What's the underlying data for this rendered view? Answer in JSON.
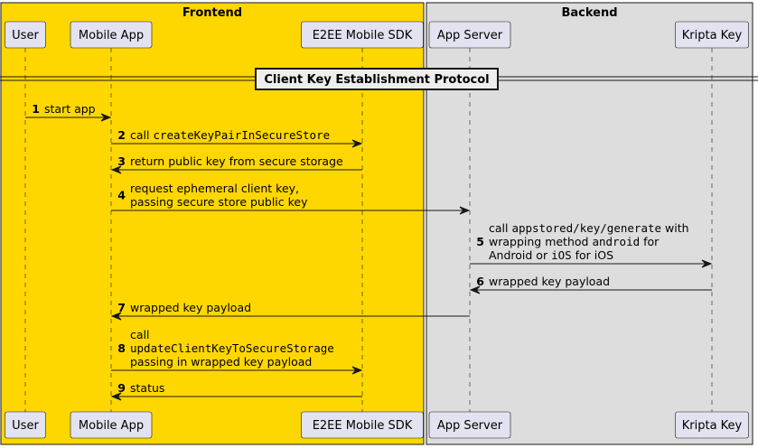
{
  "colors": {
    "frontend_bg": "#FFD700",
    "backend_bg": "#DDDDDD",
    "participant_fill": "#E2E2F0",
    "participant_border": "#181818",
    "lifeline": "#181818",
    "arrow": "#181818"
  },
  "boxes": [
    {
      "title": "Frontend"
    },
    {
      "title": "Backend"
    }
  ],
  "participants": [
    {
      "label": "User"
    },
    {
      "label": "Mobile App"
    },
    {
      "label": "E2EE Mobile SDK"
    },
    {
      "label": "App Server"
    },
    {
      "label": "Kripta Key"
    }
  ],
  "divider": {
    "label": "Client Key Establishment Protocol"
  },
  "messages": [
    {
      "num": "1",
      "from": 0,
      "to": 1,
      "lines": [
        [
          {
            "t": "start app"
          }
        ]
      ]
    },
    {
      "num": "2",
      "from": 1,
      "to": 2,
      "lines": [
        [
          {
            "t": "call "
          },
          {
            "t": "createKeyPairInSecureStore",
            "mono": true
          }
        ]
      ]
    },
    {
      "num": "3",
      "from": 2,
      "to": 1,
      "lines": [
        [
          {
            "t": "return public key from secure storage"
          }
        ]
      ]
    },
    {
      "num": "4",
      "from": 1,
      "to": 3,
      "lines": [
        [
          {
            "t": "request ephemeral client key,"
          }
        ],
        [
          {
            "t": "passing secure store public key"
          }
        ]
      ]
    },
    {
      "num": "5",
      "from": 3,
      "to": 4,
      "lines": [
        [
          {
            "t": "call "
          },
          {
            "t": "appstored/key/generate",
            "mono": true
          },
          {
            "t": " with"
          }
        ],
        [
          {
            "t": "wrapping method "
          },
          {
            "t": "android",
            "mono": true
          },
          {
            "t": " for"
          }
        ],
        [
          {
            "t": "Android or "
          },
          {
            "t": "iOS",
            "mono": true
          },
          {
            "t": " for iOS"
          }
        ]
      ]
    },
    {
      "num": "6",
      "from": 4,
      "to": 3,
      "lines": [
        [
          {
            "t": "wrapped key payload"
          }
        ]
      ]
    },
    {
      "num": "7",
      "from": 3,
      "to": 1,
      "lines": [
        [
          {
            "t": "wrapped key payload"
          }
        ]
      ]
    },
    {
      "num": "8",
      "from": 1,
      "to": 2,
      "lines": [
        [
          {
            "t": "call"
          }
        ],
        [
          {
            "t": "updateClientKeyToSecureStorage",
            "mono": true
          }
        ],
        [
          {
            "t": "passing in wrapped key payload"
          }
        ]
      ]
    },
    {
      "num": "9",
      "from": 2,
      "to": 1,
      "lines": [
        [
          {
            "t": "status"
          }
        ]
      ]
    }
  ]
}
